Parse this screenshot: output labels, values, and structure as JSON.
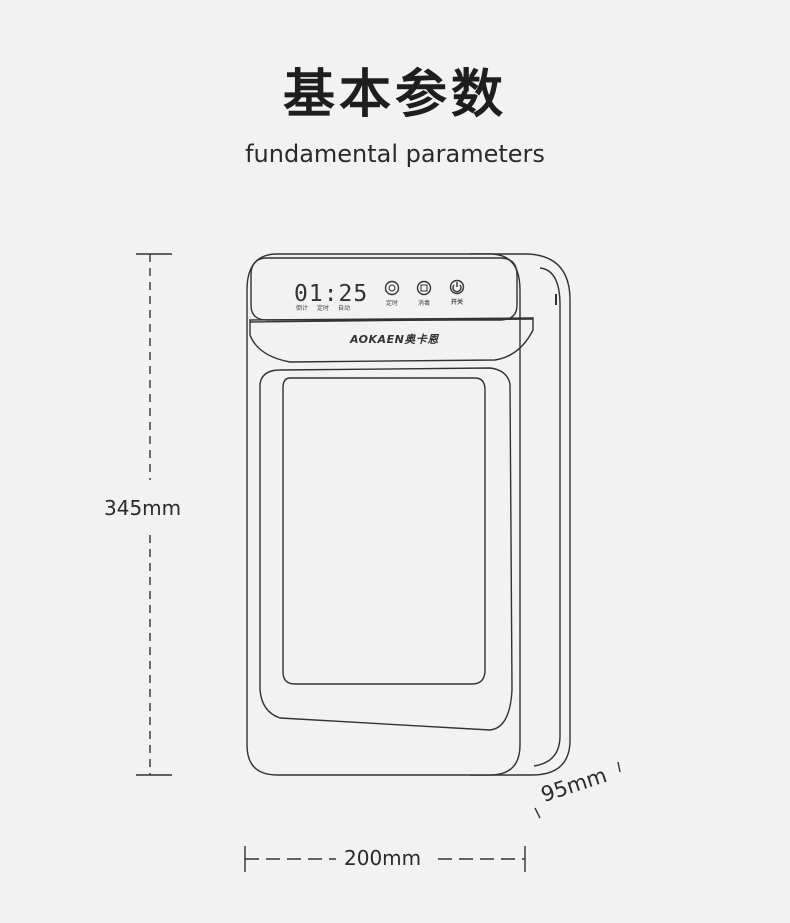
{
  "header": {
    "title_cn": "基本参数",
    "title_en": "fundamental parameters"
  },
  "dimensions": {
    "height": "345mm",
    "width": "200mm",
    "depth": "95mm"
  },
  "device": {
    "display_time": "0125",
    "display_sub_labels": [
      "倒计",
      "定时",
      "自动"
    ],
    "button_labels": [
      "定时",
      "消毒",
      "开关"
    ],
    "brand": "AOKAEN奥卡恩"
  }
}
